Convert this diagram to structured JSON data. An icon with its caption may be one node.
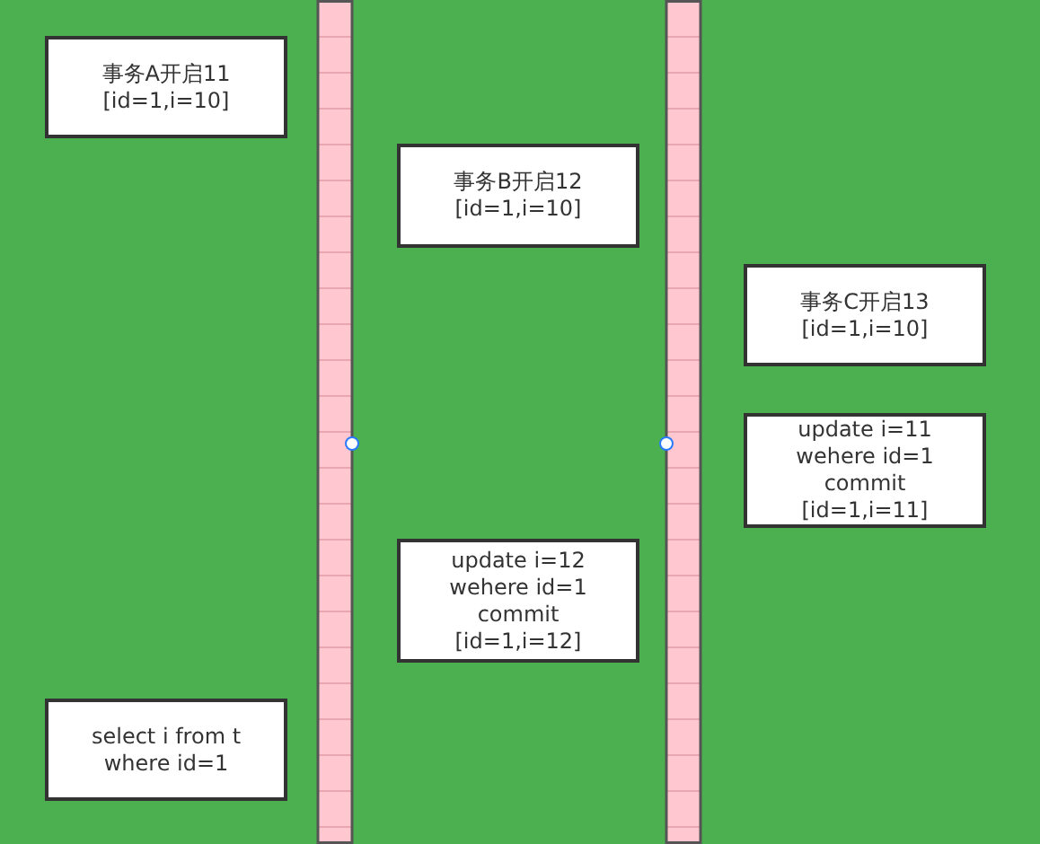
{
  "diagram": {
    "nodes": [
      {
        "text": [
          "事务A开启11",
          "[id=1,i=10]"
        ]
      },
      {
        "text": [
          "事务B开启12",
          "[id=1,i=10]"
        ]
      },
      {
        "text": [
          "事务C开启13",
          "[id=1,i=10]"
        ]
      },
      {
        "text": [
          "update i=11",
          "wehere id=1",
          "commit",
          "[id=1,i=11]"
        ]
      },
      {
        "text": [
          "update i=12",
          "wehere id=1",
          "commit",
          "[id=1,i=12]"
        ]
      },
      {
        "text": [
          "select i from t",
          "where id=1"
        ]
      },
      {
        "text": [],
        "shape": "bar"
      },
      {
        "text": [],
        "shape": "bar"
      }
    ],
    "edges": []
  }
}
